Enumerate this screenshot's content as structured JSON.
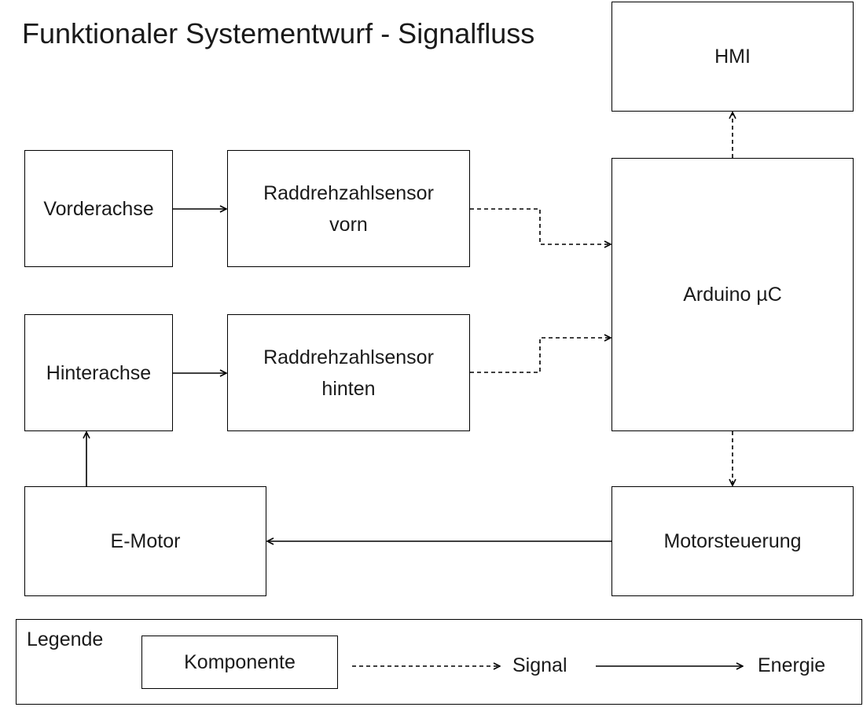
{
  "title": "Funktionaler Systementwurf - Signalfluss",
  "components": {
    "hmi": "HMI",
    "arduino": "Arduino µC",
    "vorderachse": "Vorderachse",
    "sensor_vorn": "Raddrehzahlsensor\nvorn",
    "hinterachse": "Hinterachse",
    "sensor_hinten": "Raddrehzahlsensor\nhinten",
    "emotor": "E-Motor",
    "motorsteuerung": "Motorsteuerung"
  },
  "connections": [
    {
      "from": "Vorderachse",
      "to": "Raddrehzahlsensor vorn",
      "type": "Energie"
    },
    {
      "from": "Raddrehzahlsensor vorn",
      "to": "Arduino µC",
      "type": "Signal"
    },
    {
      "from": "Hinterachse",
      "to": "Raddrehzahlsensor hinten",
      "type": "Energie"
    },
    {
      "from": "Raddrehzahlsensor hinten",
      "to": "Arduino µC",
      "type": "Signal"
    },
    {
      "from": "Arduino µC",
      "to": "HMI",
      "type": "Signal"
    },
    {
      "from": "Arduino µC",
      "to": "Motorsteuerung",
      "type": "Signal"
    },
    {
      "from": "Motorsteuerung",
      "to": "E-Motor",
      "type": "Energie"
    },
    {
      "from": "E-Motor",
      "to": "Hinterachse",
      "type": "Energie"
    }
  ],
  "legend": {
    "title": "Legende",
    "component": "Komponente",
    "signal": "Signal",
    "energy": "Energie"
  }
}
